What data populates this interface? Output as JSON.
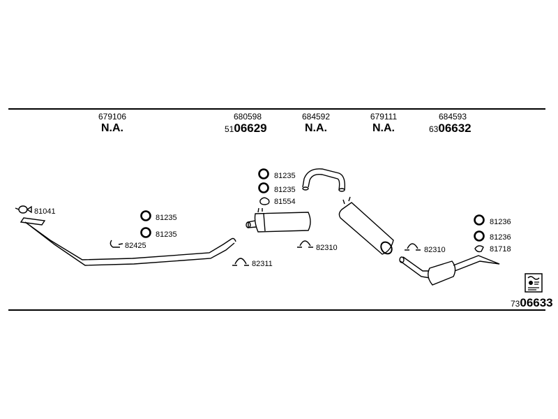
{
  "header_refs": [
    {
      "number": "679106",
      "status": "N.A."
    },
    {
      "number": "680598",
      "assembly_prefix": "51",
      "assembly_main": "06629"
    },
    {
      "number": "684592",
      "status": "N.A."
    },
    {
      "number": "679111",
      "status": "N.A."
    },
    {
      "number": "684593",
      "assembly_prefix": "63",
      "assembly_main": "06632"
    }
  ],
  "parts": {
    "p81041": "81041",
    "p81235_a": "81235",
    "p81235_b": "81235",
    "p82425": "82425",
    "p81235_c": "81235",
    "p81235_d": "81235",
    "p81554": "81554",
    "p82311": "82311",
    "p82310_a": "82310",
    "p82310_b": "82310",
    "p81236_a": "81236",
    "p81236_b": "81236",
    "p81718": "81718"
  },
  "footer": {
    "assembly_prefix": "73",
    "assembly_main": "06633"
  },
  "icons": {
    "logo": "exhaust-system-logo-icon"
  },
  "colors": {
    "line": "#000000",
    "background": "#ffffff"
  }
}
